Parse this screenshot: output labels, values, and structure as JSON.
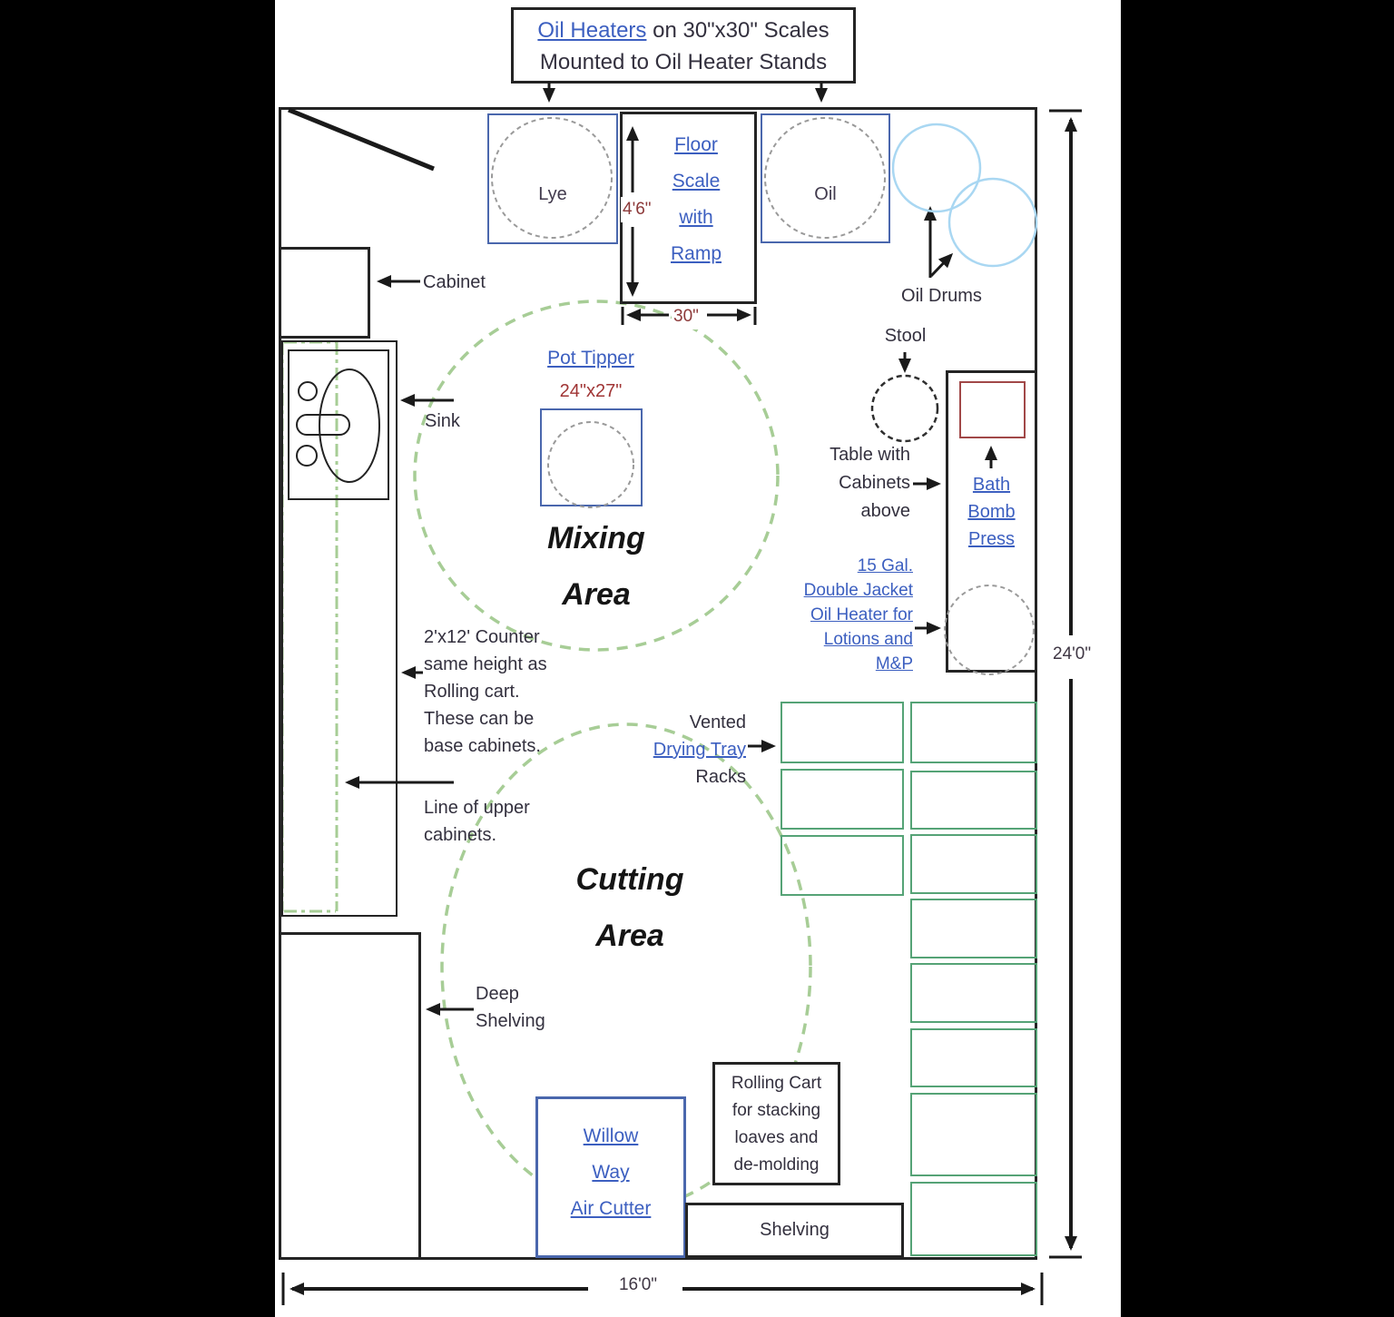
{
  "title": {
    "link": "Oil Heaters",
    "rest": " on 30\"x30\" Scales",
    "line2": "Mounted to Oil Heater Stands"
  },
  "labels": {
    "lye": "Lye",
    "oil": "Oil",
    "floor_scale": [
      "Floor",
      "Scale",
      "with",
      "Ramp"
    ],
    "pot_tipper_name": "Pot Tipper",
    "pot_tipper_size": "24\"x27\"",
    "oil_drums": "Oil Drums",
    "stool": "Stool",
    "cabinet": "Cabinet",
    "sink": "Sink",
    "table_cabinets": [
      "Table with",
      "Cabinets",
      "above"
    ],
    "bath_bomb": [
      "Bath",
      "Bomb",
      "Press"
    ],
    "oil_heater": [
      "15 Gal.",
      "Double Jacket",
      "Oil Heater for",
      "Lotions and",
      "M&P"
    ],
    "vented_racks": [
      "Vented",
      "Drying Tray",
      "Racks"
    ],
    "counter_note": [
      "2'x12' Counter",
      "same height as",
      "Rolling cart.",
      "These can be",
      "base cabinets."
    ],
    "upper_cabinets": [
      "Line of upper",
      "cabinets."
    ],
    "deep_shelving": [
      "Deep",
      "Shelving"
    ],
    "willow": [
      "Willow",
      "Way",
      "Air Cutter"
    ],
    "rolling_cart": [
      "Rolling Cart",
      "for stacking",
      "loaves and",
      "de-molding"
    ],
    "shelving": "Shelving",
    "mixing_area": [
      "Mixing",
      "Area"
    ],
    "cutting_area": [
      "Cutting",
      "Area"
    ]
  },
  "dimensions": {
    "scale_height": "4'6\"",
    "scale_width": "30\"",
    "room_depth": "24'0\"",
    "room_width": "16'0\""
  },
  "colors": {
    "link_blue": "#3c5fc0",
    "label_dark": "#33303e",
    "dimension_red": "#8c3838",
    "wall_black": "#242424",
    "blue_box": "#4a67ad",
    "red_box": "#a14848",
    "rack_green": "#55a376",
    "area_dash_green": "#a7cd96",
    "drum_blue": "#a9d7f2"
  }
}
